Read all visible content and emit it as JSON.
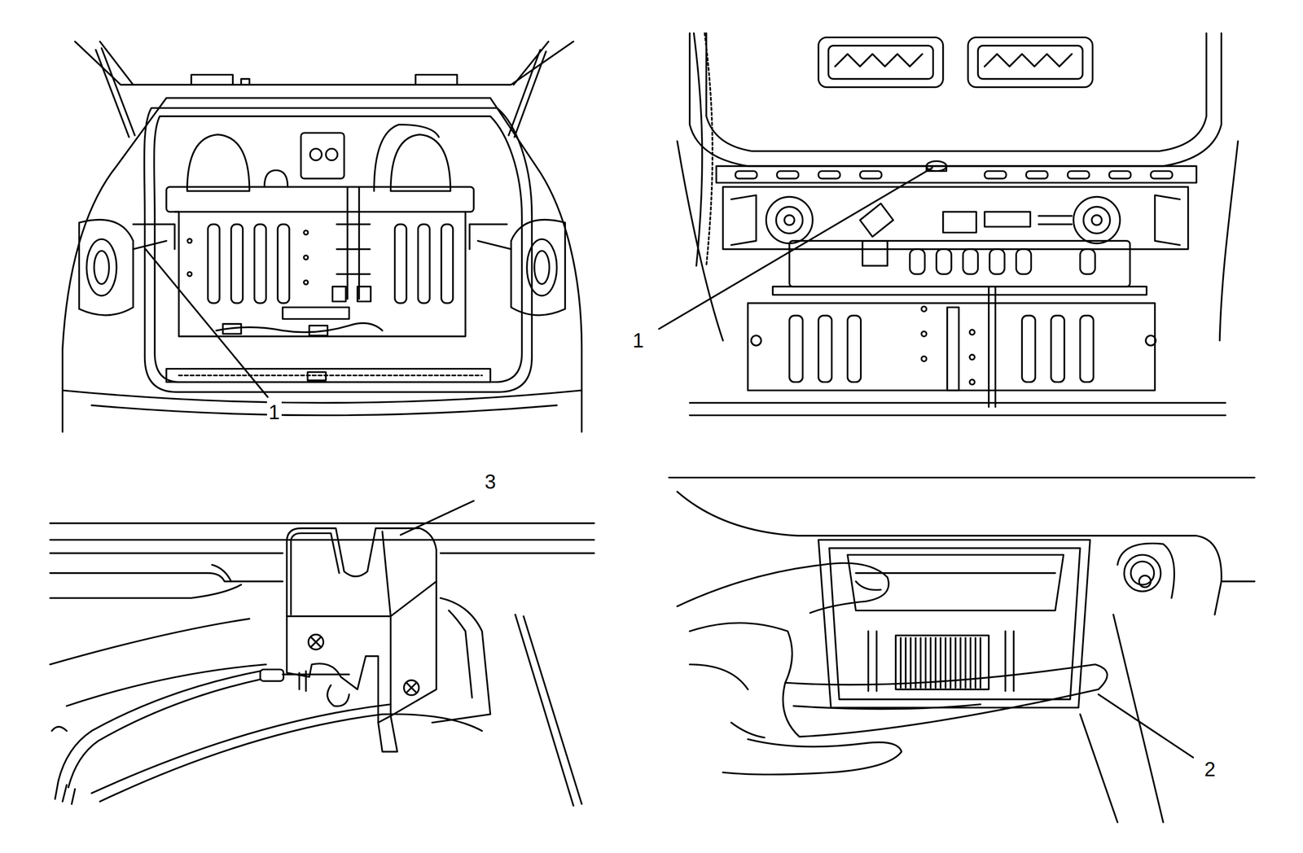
{
  "diagram": {
    "labels": [
      "1",
      "1",
      "3",
      "2"
    ]
  }
}
